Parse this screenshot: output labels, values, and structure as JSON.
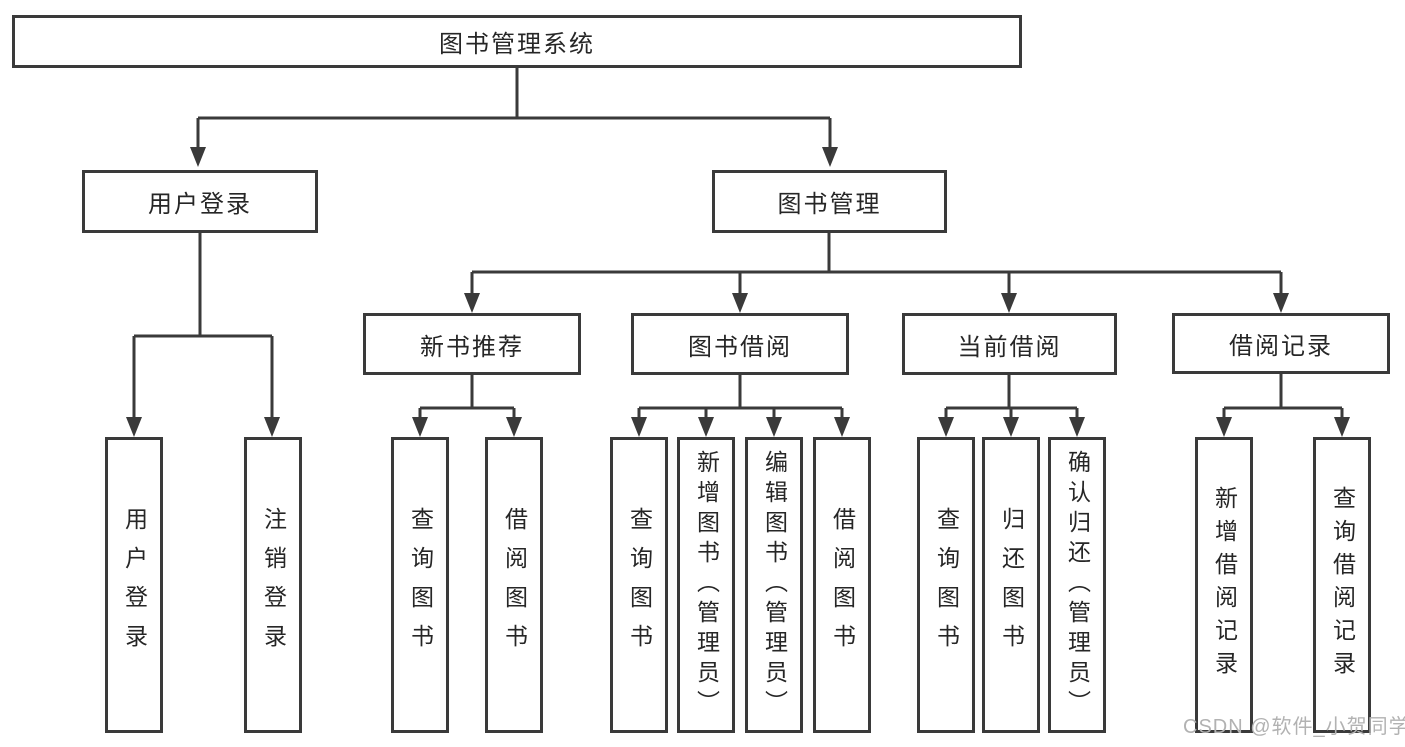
{
  "colors": {
    "line": "#3a3a3a",
    "text": "#262626",
    "background": "#ffffff",
    "watermark": "#b2b2b2"
  },
  "watermark": {
    "text": "CSDN @软件_小贺同学"
  },
  "diagram": {
    "root": "图书管理系统",
    "user_login": {
      "label": "用户登录",
      "children": [
        "用户登录",
        "注销登录"
      ]
    },
    "book_management": {
      "label": "图书管理",
      "sections": [
        {
          "label": "新书推荐",
          "children": [
            "查询图书",
            "借阅图书"
          ]
        },
        {
          "label": "图书借阅",
          "children": [
            "查询图书",
            "新增图书（管理员）",
            "编辑图书（管理员）",
            "借阅图书"
          ]
        },
        {
          "label": "当前借阅",
          "children": [
            "查询图书",
            "归还图书",
            "确认归还（管理员）"
          ]
        },
        {
          "label": "借阅记录",
          "children": [
            "新增借阅记录",
            "查询借阅记录"
          ]
        }
      ]
    }
  }
}
